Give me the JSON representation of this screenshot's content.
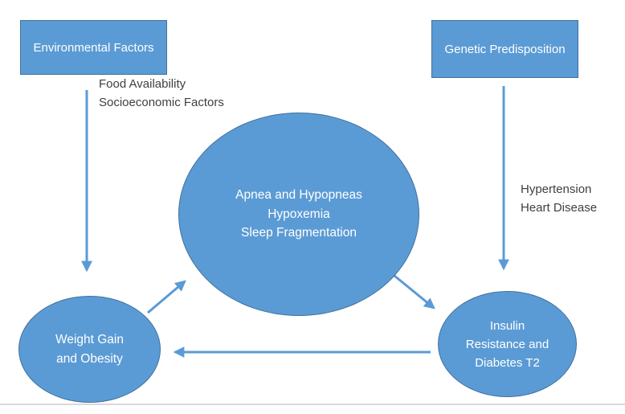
{
  "diagram": {
    "title_hint": "Sleep apnea pathophysiology concept diagram",
    "nodes": {
      "environmental": {
        "label": "Environmental Factors",
        "shape": "rectangle"
      },
      "genetic": {
        "label": "Genetic Predisposition",
        "shape": "rectangle"
      },
      "center": {
        "shape": "circle",
        "lines": [
          "Apnea and Hypopneas",
          "Hypoxemia",
          "Sleep Fragmentation"
        ]
      },
      "weight": {
        "shape": "ellipse",
        "lines": [
          "Weight Gain",
          "and Obesity"
        ]
      },
      "insulin": {
        "shape": "ellipse",
        "lines": [
          "Insulin",
          "Resistance and",
          "Diabetes T2"
        ]
      }
    },
    "annotations": {
      "environmental_arrow": {
        "lines": [
          "Food Availability",
          "Socioeconomic Factors"
        ]
      },
      "genetic_arrow": {
        "lines": [
          "Hypertension",
          "Heart Disease"
        ]
      }
    },
    "edges": [
      {
        "from": "environmental",
        "to": "weight",
        "direction": "down"
      },
      {
        "from": "genetic",
        "to": "insulin",
        "direction": "down"
      },
      {
        "from": "weight",
        "to": "center",
        "direction": "up-right"
      },
      {
        "from": "center",
        "to": "insulin",
        "direction": "down-right"
      },
      {
        "from": "insulin",
        "to": "weight",
        "direction": "left"
      }
    ]
  },
  "colors": {
    "shape-fill": "#5b9bd5",
    "shape-border": "#41719c",
    "arrow": "#5b9bd5",
    "node-text": "#ffffff",
    "annotation-text": "#3f3f3f",
    "divider": "#d9d9d9"
  }
}
